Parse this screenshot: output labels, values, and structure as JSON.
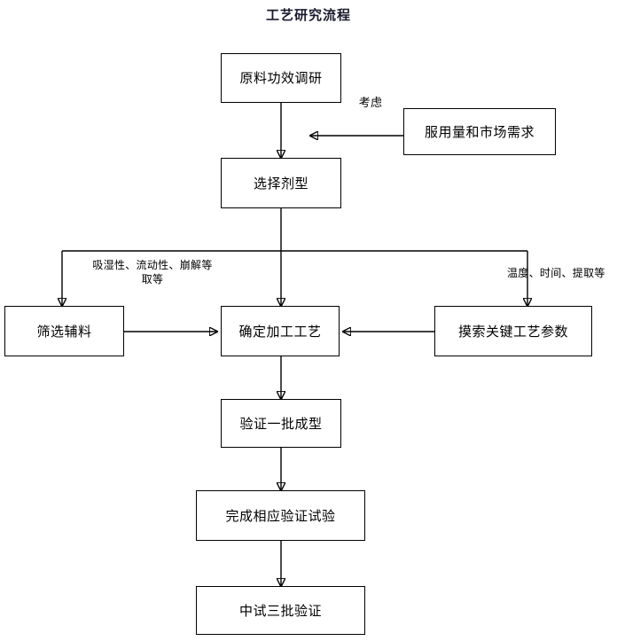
{
  "diagram": {
    "title": "工艺研究流程",
    "nodes": [
      {
        "id": "n1",
        "label": "原料功效调研"
      },
      {
        "id": "n2",
        "label": "服用量和市场需求"
      },
      {
        "id": "n3",
        "label": "选择剂型"
      },
      {
        "id": "n4",
        "label": "筛选辅料"
      },
      {
        "id": "n5",
        "label": "确定加工工艺"
      },
      {
        "id": "n6",
        "label": "摸索关键工艺参数"
      },
      {
        "id": "n7",
        "label": "验证一批成型"
      },
      {
        "id": "n8",
        "label": "完成相应验证试验"
      },
      {
        "id": "n9",
        "label": "中试三批验证"
      }
    ],
    "edge_labels": [
      {
        "id": "e1",
        "text": "考虑"
      },
      {
        "id": "e2",
        "text": "吸湿性、流动性、崩解等\n取等"
      },
      {
        "id": "e3",
        "text": "温度、时间、提取等"
      }
    ]
  },
  "colors": {
    "stroke": "#000000",
    "background": "#ffffff",
    "title": "#1a1a2e"
  }
}
